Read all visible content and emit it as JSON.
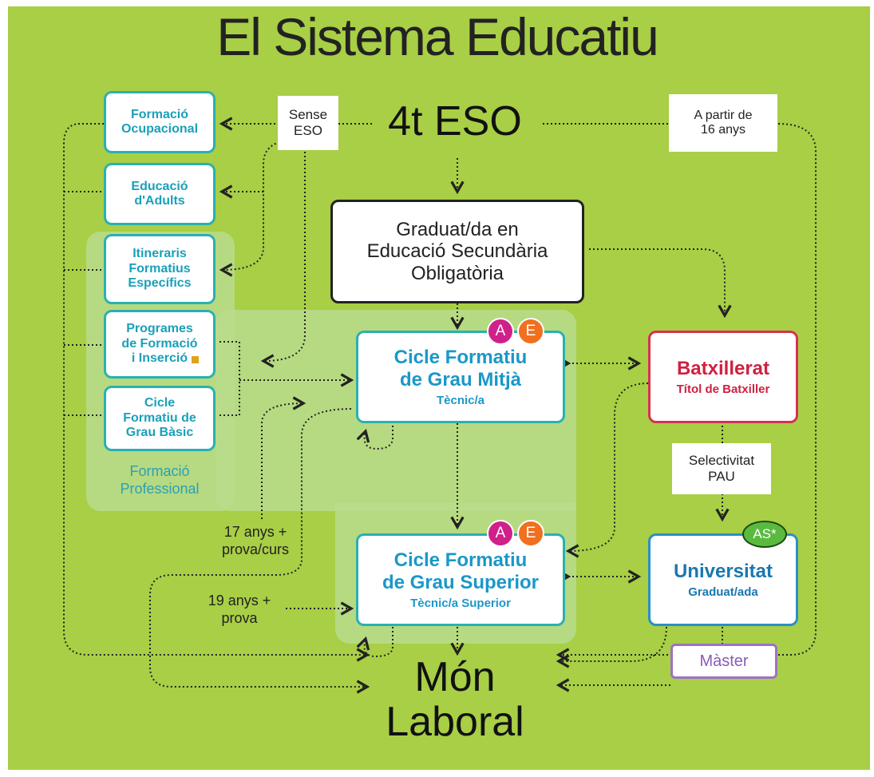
{
  "title": "El Sistema Educatiu",
  "top_node": "4t ESO",
  "bottom_node": {
    "line1": "Món",
    "line2": "Laboral"
  },
  "notes": {
    "sense_eso": "Sense\nESO",
    "a_partir": "A partir de\n16 anys",
    "selectivitat": "Selectivitat\nPAU"
  },
  "labels": {
    "anys17": "17 anys +\nprova/curs",
    "anys19": "19 anys +\nprova",
    "formacio_professional": "Formació\nProfessional"
  },
  "left_boxes": [
    "Formació\nOcupacional",
    "Educació\nd'Adults",
    "Itineraris\nFormatius\nEspecífics",
    "Programes\nde Formació\ni Inserció",
    "Cicle\nFormatiu de\nGrau Bàsic"
  ],
  "geso": "Graduat/da en\nEducació Secundària\nObligatòria",
  "cfgm": {
    "title": "Cicle Formatiu\nde Grau Mitjà",
    "sub": "Tècnic/a"
  },
  "cfgs": {
    "title": "Cicle Formatiu\nde Grau Superior",
    "sub": "Tècnic/a Superior"
  },
  "batx": {
    "title": "Batxillerat",
    "sub": "Títol de Batxiller"
  },
  "uni": {
    "title": "Universitat",
    "sub": "Graduat/ada"
  },
  "master": "Màster",
  "badges": {
    "a": "A",
    "e": "E",
    "as": "AS*"
  },
  "colors": {
    "background": "#a8cf45",
    "teal": "#2ab0b0",
    "batxillerat": "#d83050",
    "universitat": "#2a8fc8",
    "master": "#a070c8",
    "badge_a": "#d0208a",
    "badge_e": "#f07020",
    "badge_as": "#5aba40"
  }
}
